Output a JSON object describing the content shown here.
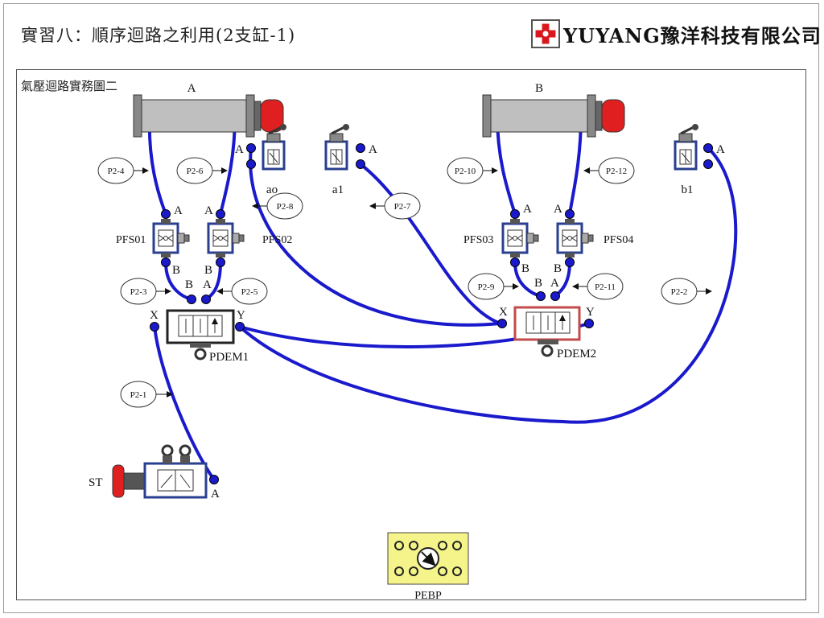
{
  "header": {
    "title": "實習八：順序迴路之利用(2支缸-1)",
    "brand": "YUYANG豫洋科技有限公司"
  },
  "diagram": {
    "subtitle": "氣壓迴路實務圖二",
    "cylinder_a": "A",
    "cylinder_b": "B",
    "valves": {
      "ao": "ao",
      "a1": "a1",
      "b1": "b1",
      "pfs01": "PFS01",
      "pfs02": "PFS02",
      "pfs03": "PFS03",
      "pfs04": "PFS04",
      "pdem1": "PDEM1",
      "pdem2": "PDEM2",
      "st": "ST",
      "pebp": "PEBP"
    },
    "ports": {
      "a": "A",
      "b": "B",
      "x": "X",
      "y": "Y"
    },
    "pipes": {
      "p2_1": "P2-1",
      "p2_2": "P2-2",
      "p2_3": "P2-3",
      "p2_4": "P2-4",
      "p2_5": "P2-5",
      "p2_6": "P2-6",
      "p2_7": "P2-7",
      "p2_8": "P2-8",
      "p2_9": "P2-9",
      "p2_10": "P2-10",
      "p2_11": "P2-11",
      "p2_12": "P2-12"
    },
    "colors": {
      "pipe": "#1a1acc",
      "cap": "#e02020",
      "valve_border": "#2a3f8f",
      "pebp_fill": "#f4f48a",
      "logo_red": "#d9181e"
    }
  }
}
